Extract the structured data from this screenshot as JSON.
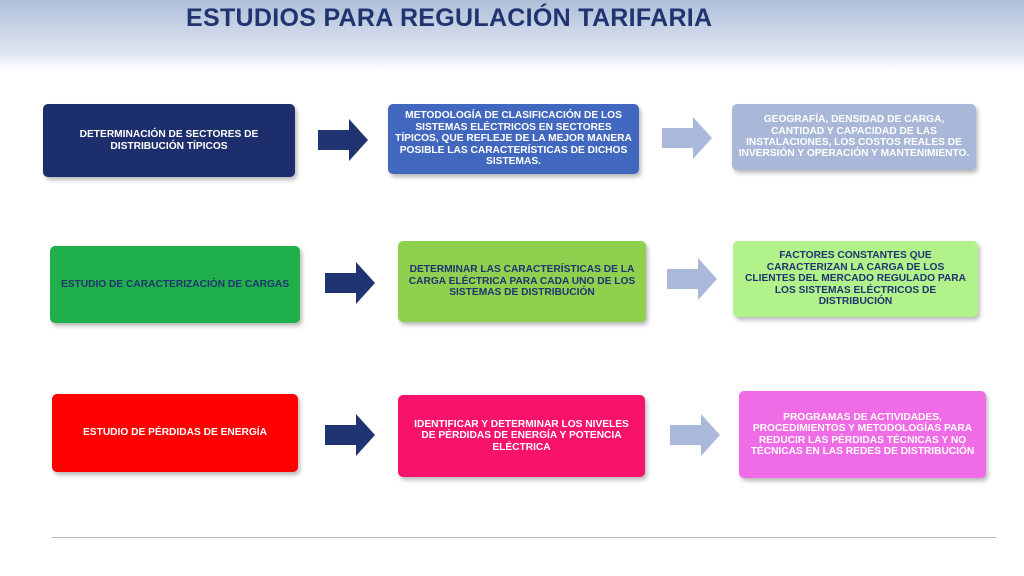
{
  "title": "ESTUDIOS PARA REGULACIÓN TARIFARIA",
  "colors": {
    "title": "#1f3470",
    "arrow_dark": "#1f3470",
    "arrow_light": "#aab9d9"
  },
  "rows": [
    {
      "study": {
        "text": "DETERMINACIÓN DE SECTORES DE DISTRIBUCIÓN TÍPICOS",
        "bg": "#1c2e6b",
        "fg": "#ffffff"
      },
      "method": {
        "text": "METODOLOGÍA DE CLASIFICACIÓN DE LOS SISTEMAS ELÉCTRICOS EN SECTORES TÍPICOS, QUE REFLEJE DE LA MEJOR MANERA POSIBLE LAS CARACTERÍSTICAS DE DICHOS SISTEMAS.",
        "bg": "#4267be",
        "fg": "#ffffff"
      },
      "result": {
        "text": "GEOGRAFÍA, DENSIDAD DE CARGA, CANTIDAD Y CAPACIDAD DE LAS INSTALACIONES, LOS COSTOS REALES DE INVERSIÓN Y OPERACIÓN Y MANTENIMIENTO.",
        "bg": "#a9b8d8",
        "fg": "#ffffff"
      }
    },
    {
      "study": {
        "text": "ESTUDIO DE CARACTERIZACIÓN DE CARGAS",
        "bg": "#1fb04b",
        "fg": "#1f3470"
      },
      "method": {
        "text": "DETERMINAR LAS CARACTERÍSTICAS DE LA CARGA ELÉCTRICA PARA CADA UNO DE LOS SISTEMAS DE DISTRIBUCIÓN",
        "bg": "#8fd14f",
        "fg": "#1f3470"
      },
      "result": {
        "text": "FACTORES CONSTANTES QUE CARACTERIZAN LA CARGA DE LOS CLIENTES DEL MERCADO REGULADO PARA LOS SISTEMAS ELÉCTRICOS DE DISTRIBUCIÓN",
        "bg": "#b2f28a",
        "fg": "#1f3470"
      }
    },
    {
      "study": {
        "text": "ESTUDIO DE PÉRDIDAS DE ENERGÍA",
        "bg": "#ff0000",
        "fg": "#ffffff"
      },
      "method": {
        "text": "IDENTIFICAR Y DETERMINAR LOS NIVELES DE PÉRDIDAS DE ENERGÍA Y POTENCIA ELÉCTRICA",
        "bg": "#f7126b",
        "fg": "#ffffff"
      },
      "result": {
        "text": "PROGRAMAS DE ACTIVIDADES, PROCEDIMIENTOS Y METODOLOGÍAS PARA REDUCIR LAS PÉRDIDAS TÉCNICAS Y NO TÉCNICAS EN LAS REDES DE DISTRIBUCIÓN",
        "bg": "#f06ce6",
        "fg": "#ffffff"
      }
    }
  ]
}
